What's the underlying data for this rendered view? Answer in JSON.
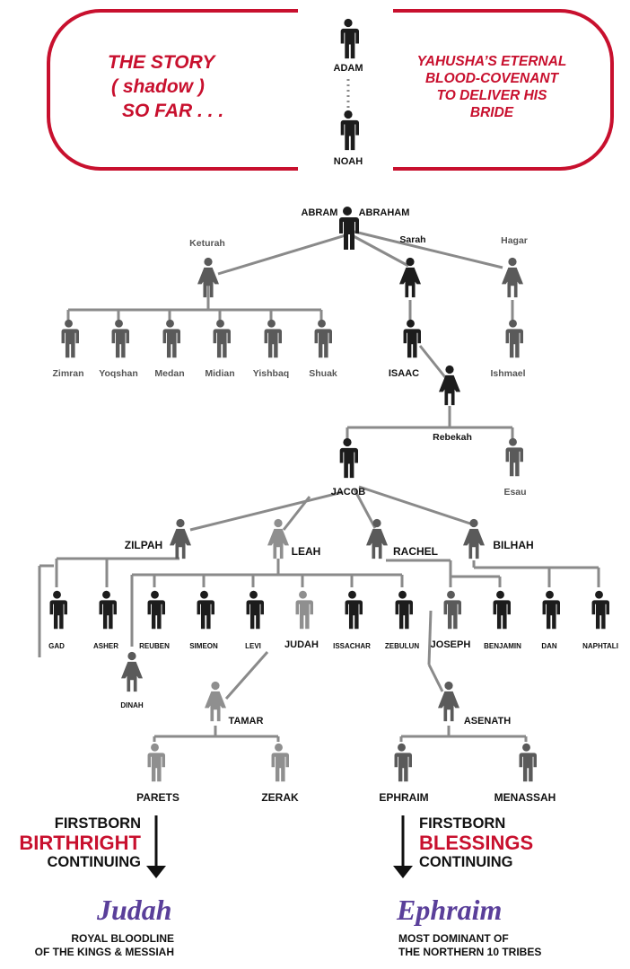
{
  "header": {
    "story_lines": [
      "THE STORY",
      "( shadow )",
      "SO FAR . . ."
    ],
    "covenant_lines": [
      "YAHUSHA’S ETERNAL",
      "BLOOD-COVENANT",
      "TO DELIVER HIS",
      "BRIDE"
    ],
    "adam": "ADAM",
    "noah": "NOAH"
  },
  "colors": {
    "accent": "#c8102e",
    "script": "#5a3f9a",
    "line": "#8a8a8a",
    "dark": "#1c1c1c",
    "mid": "#5a5a5a",
    "light": "#8f8f8f"
  },
  "people": {
    "abram": "ABRAM",
    "abraham": "ABRAHAM",
    "keturah": "Keturah",
    "sarah": "Sarah",
    "hagar": "Hagar",
    "zimran": "Zimran",
    "yoqshan": "Yoqshan",
    "medan": "Medan",
    "midian": "Midian",
    "yishbaq": "Yishbaq",
    "shuak": "Shuak",
    "isaac": "ISAAC",
    "ishmael": "Ishmael",
    "rebekah": "Rebekah",
    "jacob": "JACOB",
    "esau": "Esau",
    "zilpah": "ZILPAH",
    "leah": "LEAH",
    "rachel": "RACHEL",
    "bilhah": "BILHAH",
    "gad": "GAD",
    "asher": "ASHER",
    "reuben": "REUBEN",
    "simeon": "SIMEON",
    "levi": "LEVI",
    "judah": "JUDAH",
    "issachar": "ISSACHAR",
    "zebulun": "ZEBULUN",
    "joseph": "JOSEPH",
    "benjamin": "BENJAMIN",
    "dan": "DAN",
    "naphtali": "NAPHTALI",
    "dinah": "DINAH",
    "tamar": "TAMAR",
    "asenath": "ASENATH",
    "parets": "PARETS",
    "zerak": "ZERAK",
    "ephraim": "EPHRAIM",
    "menassah": "MENASSAH"
  },
  "birthright": {
    "line1": "FIRSTBORN",
    "line2": "BIRTHRIGHT",
    "line3": "CONTINUING"
  },
  "blessings": {
    "line1": "FIRSTBORN",
    "line2": "BLESSINGS",
    "line3": "CONTINUING"
  },
  "judah_block": {
    "script": "Judah",
    "note_lines": [
      "ROYAL BLOODLINE",
      "OF THE KINGS & MESSIAH"
    ]
  },
  "ephraim_block": {
    "script": "Ephraim",
    "note_lines": [
      "MOST DOMINANT OF",
      "THE NORTHERN 10 TRIBES"
    ]
  }
}
